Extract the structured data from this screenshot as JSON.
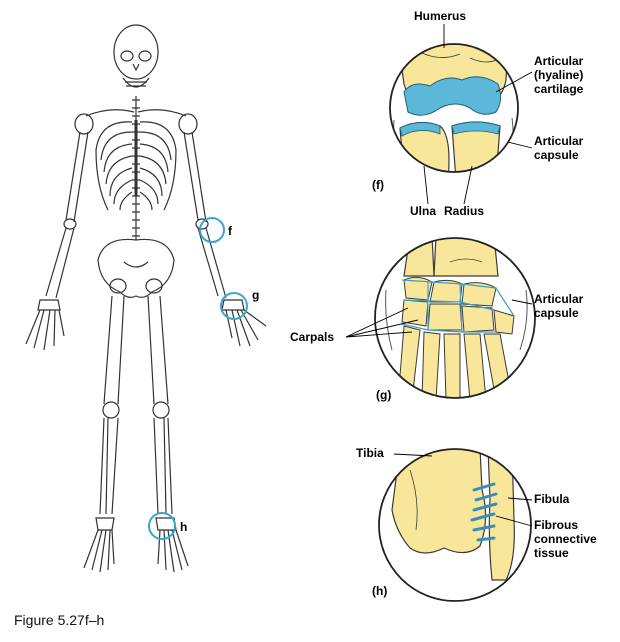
{
  "figure": {
    "caption": "Figure 5.27f–h"
  },
  "skeleton_markers": {
    "f": "f",
    "g": "g",
    "h": "h"
  },
  "panel_f": {
    "tag": "(f)",
    "labels": {
      "humerus": "Humerus",
      "articular_cartilage": "Articular\n(hyaline)\ncartilage",
      "articular_capsule": "Articular\ncapsule",
      "ulna": "Ulna",
      "radius": "Radius"
    }
  },
  "panel_g": {
    "tag": "(g)",
    "labels": {
      "articular_capsule": "Articular\ncapsule",
      "carpals": "Carpals"
    }
  },
  "panel_h": {
    "tag": "(h)",
    "labels": {
      "tibia": "Tibia",
      "fibula": "Fibula",
      "fibrous_tissue": "Fibrous\nconnective\ntissue"
    }
  },
  "colors": {
    "bone": "#f8e79a",
    "bone_stroke": "#3a3a3a",
    "cartilage": "#5cb8d8",
    "ligament": "#4aa8cc",
    "circle_stroke": "#222222"
  }
}
